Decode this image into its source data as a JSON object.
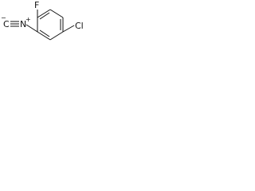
{
  "molecule": {
    "atoms": {
      "fluorine": "F",
      "chlorine": "Cl",
      "nitrogen_plus": "N",
      "plus_sign": "+",
      "carbon_minus": "C",
      "minus_sign": "−"
    },
    "colors": {
      "bond": "#111111",
      "text": "#111111",
      "background": "#ffffff"
    }
  }
}
